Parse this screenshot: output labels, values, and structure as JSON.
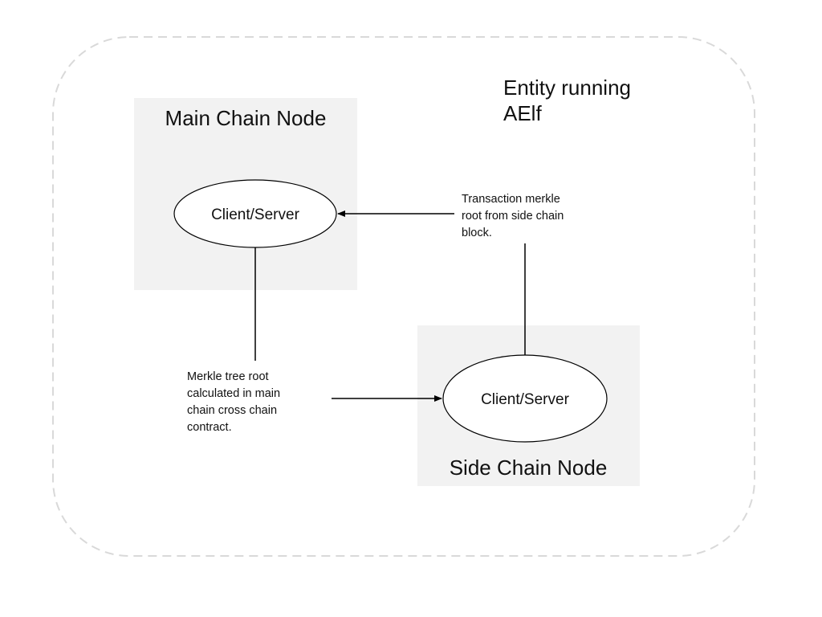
{
  "entity": {
    "label_lines": [
      "Entity running",
      "AElf"
    ]
  },
  "main_chain_node": {
    "title": "Main Chain Node",
    "component_label": "Client/Server"
  },
  "side_chain_node": {
    "title": "Side Chain Node",
    "component_label": "Client/Server"
  },
  "annotations": {
    "to_main": {
      "lines": [
        "Transaction merkle",
        "root from side chain",
        "block."
      ]
    },
    "to_side": {
      "lines": [
        "Merkle tree root",
        "calculated in main",
        "chain cross chain",
        "contract."
      ]
    }
  },
  "colors": {
    "node_background": "#f2f2f2",
    "entity_border": "#d9d9d9",
    "stroke": "#000000"
  }
}
